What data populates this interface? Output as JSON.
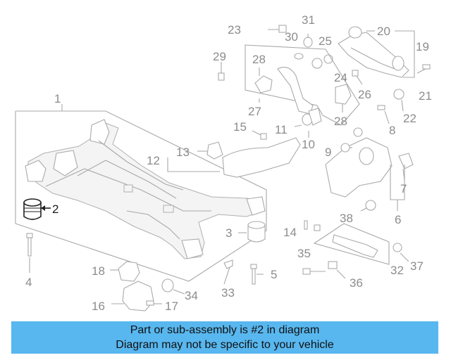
{
  "callouts": {
    "c1": "1",
    "c2": "2",
    "c3": "3",
    "c4": "4",
    "c5": "5",
    "c6": "6",
    "c7": "7",
    "c8": "8",
    "c9": "9",
    "c10": "10",
    "c11": "11",
    "c12": "12",
    "c13": "13",
    "c14": "14",
    "c15": "15",
    "c16": "16",
    "c17": "17",
    "c18": "18",
    "c19": "19",
    "c20": "20",
    "c21": "21",
    "c22": "22",
    "c23": "23",
    "c24": "24",
    "c25": "25",
    "c26": "26",
    "c27": "27",
    "c28a": "28",
    "c28b": "28",
    "c29": "29",
    "c30": "30",
    "c31": "31",
    "c32": "32",
    "c33": "33",
    "c34": "34",
    "c35": "35",
    "c36": "36",
    "c37": "37",
    "c38": "38"
  },
  "highlighted_part": "2",
  "banner": {
    "line1": "Part or sub-assembly is #2 in diagram",
    "line2": "Diagram may not be specific to your vehicle"
  },
  "colors": {
    "banner_bg": "#58b7ef",
    "highlight_part": "#111111",
    "diagram_line": "#a8a8a8"
  }
}
